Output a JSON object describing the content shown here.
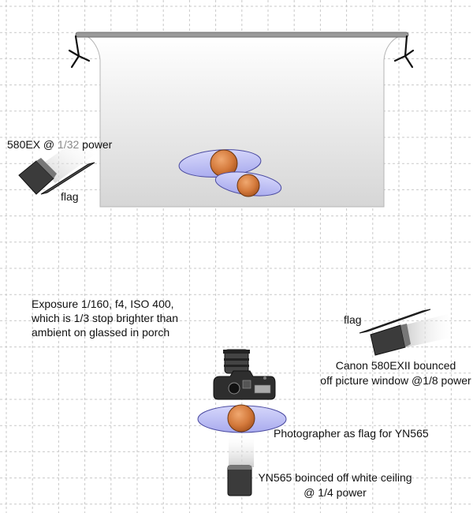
{
  "labels": {
    "flash_left_prefix": "580EX @ ",
    "flash_left_value": "1/32",
    "flash_left_suffix": " power",
    "flag_left": "flag",
    "exposure_line1": "Exposure 1/160, f4, ISO 400,",
    "exposure_line2": "which is 1/3 stop brighter than",
    "exposure_line3": "ambient on glassed in porch",
    "flag_right": "flag",
    "flash_right_line1": "Canon 580EXII bounced",
    "flash_right_line2": "off picture window @1/8 power",
    "photographer": "Photographer as flag for YN565",
    "yn565_line1": "YN565 boinced off white ceiling",
    "yn565_line2": "@ 1/4 power"
  },
  "icons": {
    "backdrop": "paper-backdrop-icon",
    "stand": "light-stand-icon",
    "flash": "speedlight-flash-icon",
    "flag": "flag-panel-icon",
    "person": "person-topdown-icon",
    "camera": "camera-icon"
  },
  "colors": {
    "grid": "#c9c9c9",
    "backdrop_top": "#ffffff",
    "backdrop_bottom": "#d8d8d8",
    "shoulders": "#b7b9f2",
    "head": "#d27a3e",
    "flash_body": "#3a3a3a",
    "label_muted": "#8a8a8a"
  }
}
